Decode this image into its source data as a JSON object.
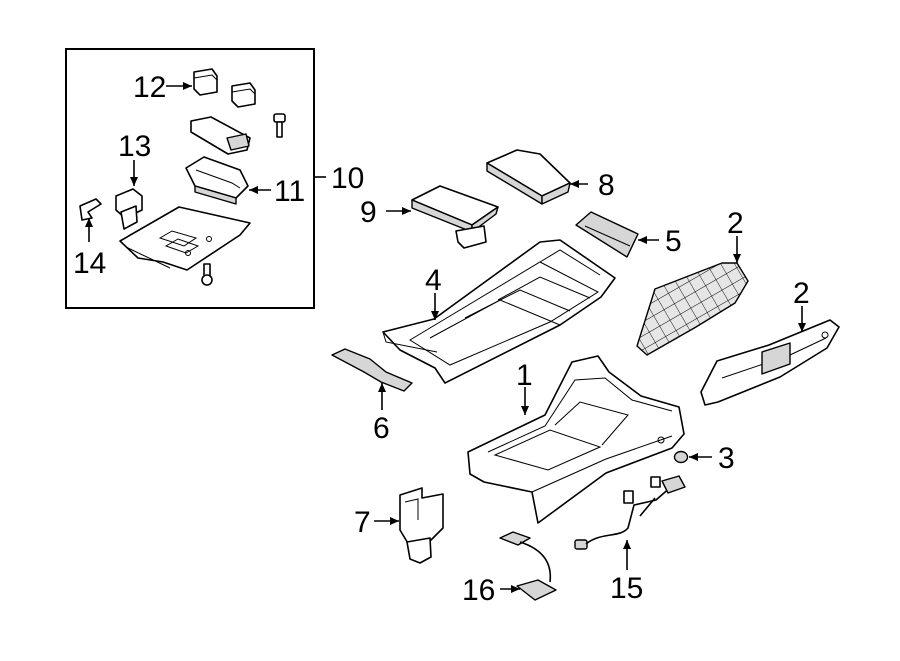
{
  "callouts": {
    "c1": "1",
    "c2a": "2",
    "c2b": "2",
    "c3": "3",
    "c4": "4",
    "c5": "5",
    "c6": "6",
    "c7": "7",
    "c8": "8",
    "c9": "9",
    "c10": "10",
    "c11": "11",
    "c12": "12",
    "c13": "13",
    "c14": "14",
    "c15": "15",
    "c16": "16"
  }
}
